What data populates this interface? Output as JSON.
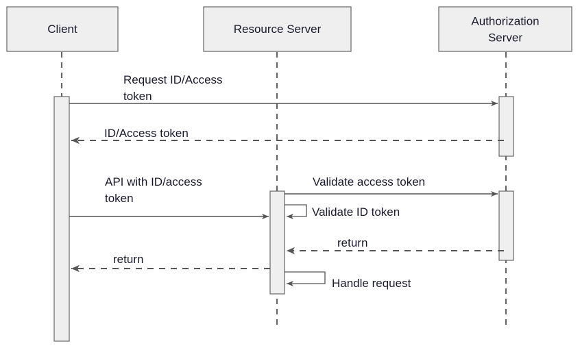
{
  "diagram": {
    "type": "uml-sequence-diagram",
    "title": "Client / Resource Server / Authorization Server token flow",
    "colors": {
      "box_fill": "#efefef",
      "box_stroke": "#666666",
      "lifeline": "#666666",
      "arrow": "#555555",
      "text": "#1a1a2e",
      "background": "#ffffff"
    },
    "participants": [
      {
        "id": "client",
        "label": "Client",
        "lines": [
          "Client"
        ]
      },
      {
        "id": "resource-server",
        "label": "Resource Server",
        "lines": [
          "Resource Server"
        ]
      },
      {
        "id": "authorization-server",
        "label": "Authorization Server",
        "lines": [
          "Authorization",
          "Server"
        ]
      }
    ],
    "messages": [
      {
        "id": "request-token",
        "lines": [
          "Request ID/Access",
          "token"
        ],
        "from": "client",
        "to": "authorization-server",
        "style": "solid",
        "direction": "right"
      },
      {
        "id": "id-access-token",
        "lines": [
          "ID/Access token"
        ],
        "from": "authorization-server",
        "to": "client",
        "style": "dashed",
        "direction": "left"
      },
      {
        "id": "api-with-token",
        "lines": [
          "API with ID/access",
          "token"
        ],
        "from": "client",
        "to": "resource-server",
        "style": "solid",
        "direction": "right"
      },
      {
        "id": "validate-access-token",
        "lines": [
          "Validate access token"
        ],
        "from": "resource-server",
        "to": "authorization-server",
        "style": "solid",
        "direction": "right"
      },
      {
        "id": "validate-id-token",
        "lines": [
          "Validate ID token"
        ],
        "from": "resource-server",
        "to": "resource-server",
        "style": "solid",
        "direction": "self"
      },
      {
        "id": "return-auth-to-resource",
        "lines": [
          "return"
        ],
        "from": "authorization-server",
        "to": "resource-server",
        "style": "dashed",
        "direction": "left"
      },
      {
        "id": "return-resource-to-client",
        "lines": [
          "return"
        ],
        "from": "resource-server",
        "to": "client",
        "style": "dashed",
        "direction": "left"
      },
      {
        "id": "handle-request",
        "lines": [
          "Handle request"
        ],
        "from": "resource-server",
        "to": "resource-server",
        "style": "solid",
        "direction": "self"
      }
    ]
  }
}
